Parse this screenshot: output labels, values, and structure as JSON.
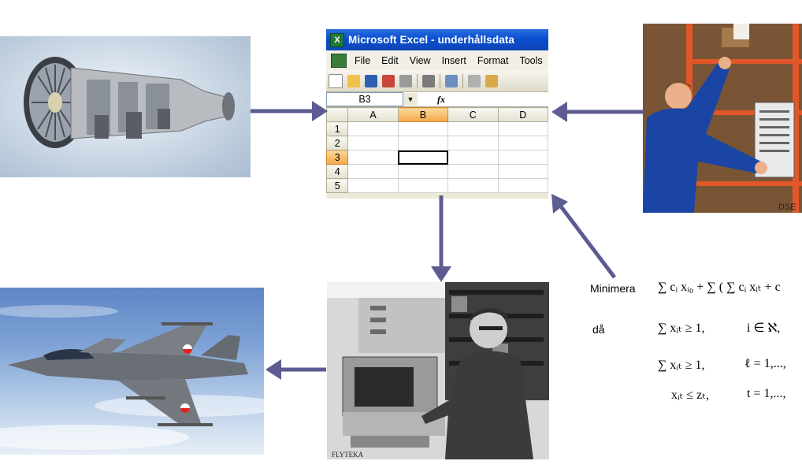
{
  "excel": {
    "title": "Microsoft Excel - underhållsdata",
    "menu": [
      "File",
      "Edit",
      "View",
      "Insert",
      "Format",
      "Tools"
    ],
    "name_box": "B3",
    "fx_label": "fx",
    "columns": [
      "A",
      "B",
      "C",
      "D"
    ],
    "rows": [
      "1",
      "2",
      "3",
      "4",
      "5"
    ],
    "active_cell": "B3"
  },
  "formula": {
    "minimize_label": "Minimera",
    "subject_label": "då",
    "line1": "∑ cᵢ xᵢ₀ + ∑ ( ∑ cᵢ xᵢₜ + c",
    "line2_lhs": "∑ xᵢₜ ≥ 1,",
    "line2_cond": "i ∈ ℵ,",
    "line3_lhs": "∑ xᵢₜ ≥ 1,",
    "line3_cond": "ℓ = 1,...,",
    "line4_lhs": "xᵢₜ ≤ zₜ,",
    "line4_cond": "t = 1,...,"
  },
  "colors": {
    "arrow": "#5c5c92",
    "excel_title_bar": "#0a4fd0",
    "active_header": "#f3a84a"
  },
  "icons": [
    "excel-app-icon",
    "jet-engine-photo",
    "warehouse-worker-photo",
    "fighter-jet-photo",
    "computer-operator-photo"
  ]
}
